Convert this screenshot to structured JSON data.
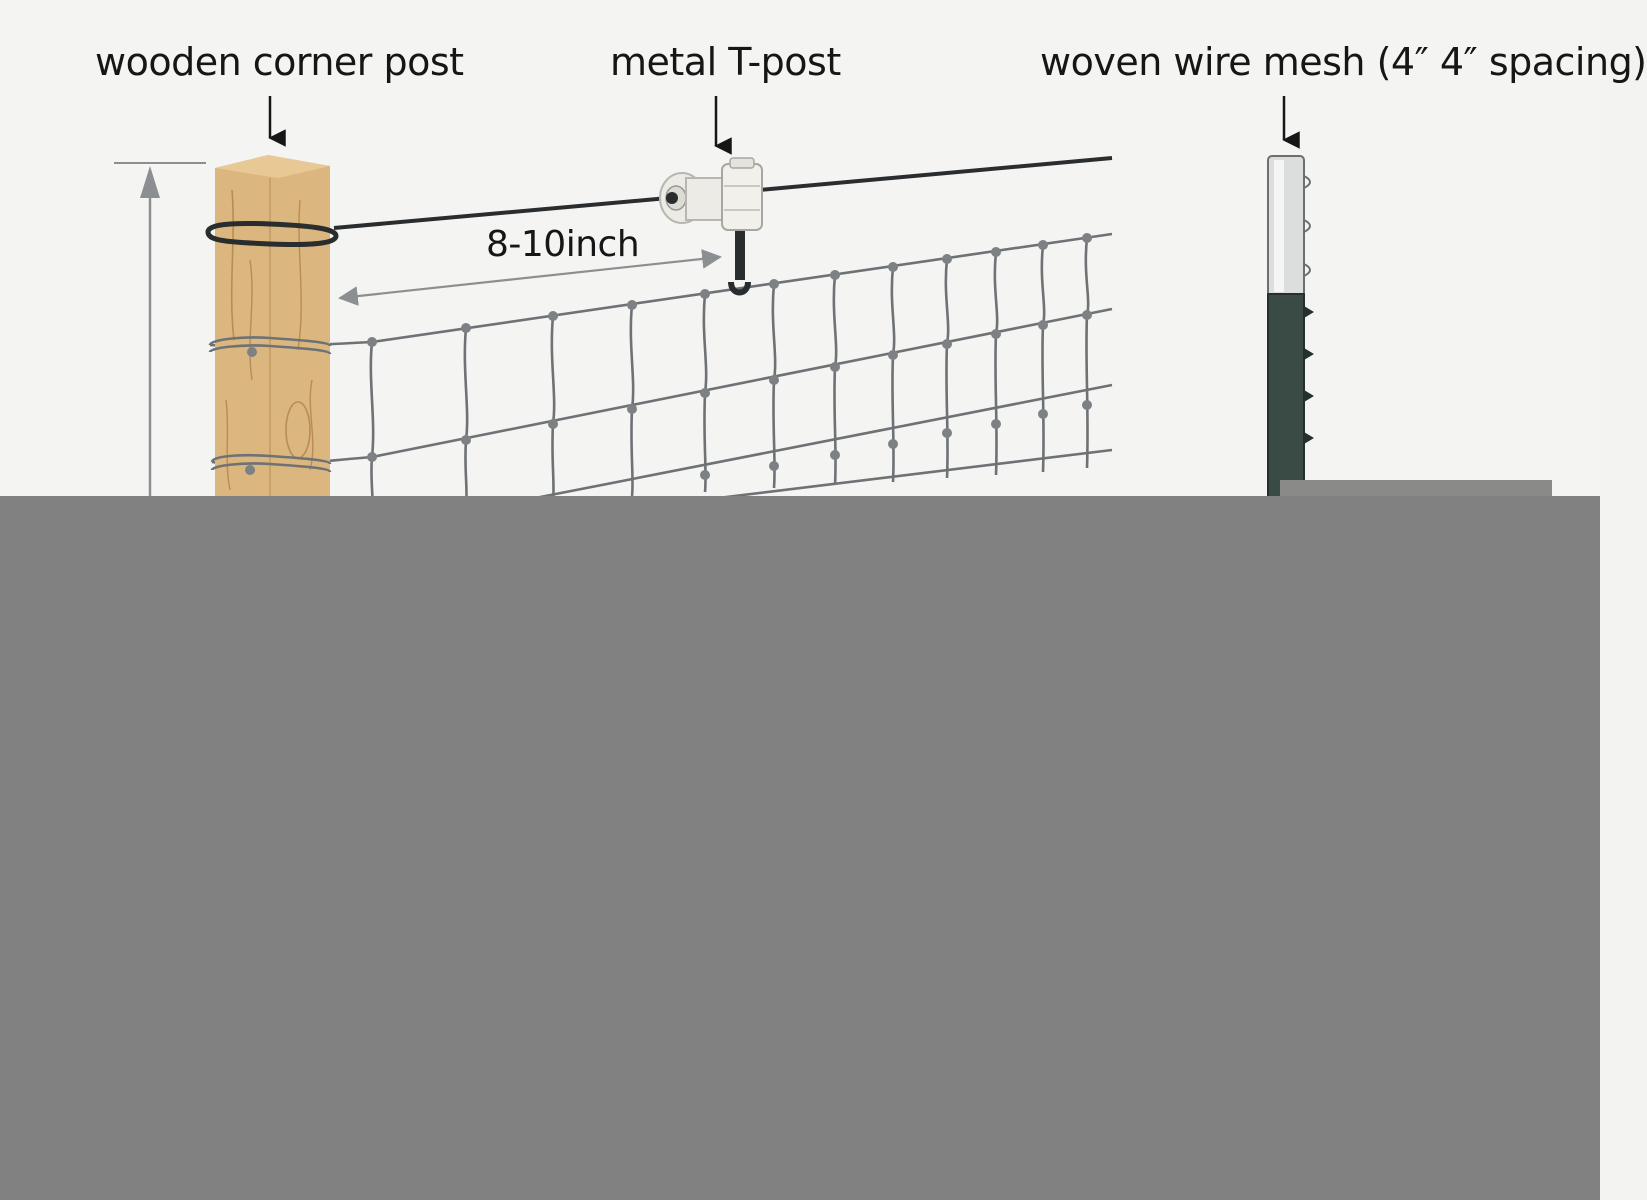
{
  "labels": {
    "corner_post": "wooden corner post",
    "t_post": "metal T-post",
    "mesh": "woven wire mesh (4″ 4″ spacing)",
    "distance": "8-10inch"
  },
  "colors": {
    "background": "#f4f4f3",
    "wood": "#dcb67f",
    "wood_dark": "#b88c55",
    "wire": "#2a2d2e",
    "mesh": "#6e7274",
    "insulator": "#ecebe6",
    "tpost_green": "#3a4a44",
    "dimension": "#8c8f91",
    "mask": "#818181"
  }
}
